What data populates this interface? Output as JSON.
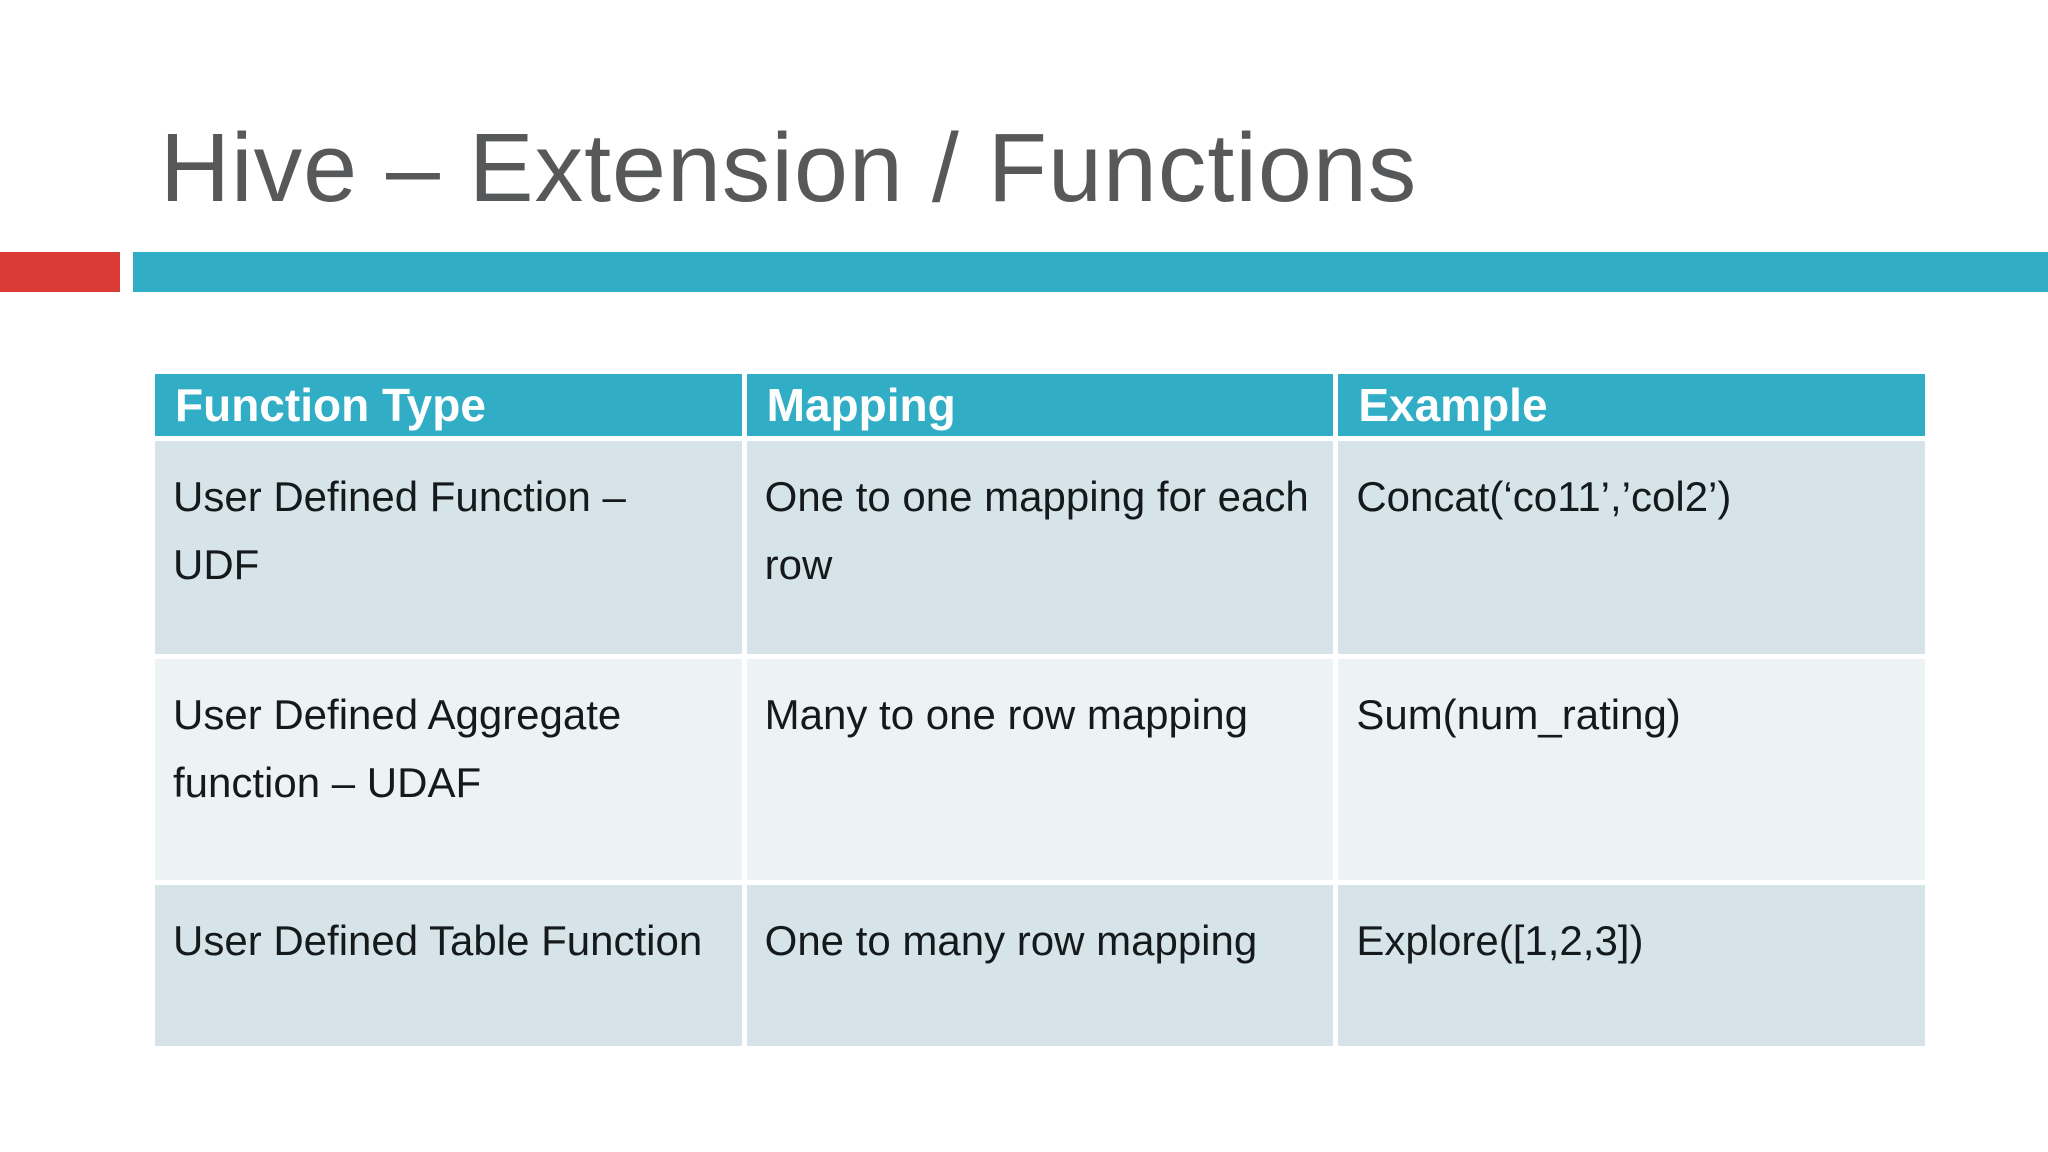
{
  "slide": {
    "title": "Hive – Extension / Functions",
    "accent_colors": {
      "red": "#da3a35",
      "teal": "#31aec5"
    },
    "title_color": "#57585a",
    "row_band_dark": "#d6e4e9",
    "row_band_light": "#edf2f4"
  },
  "table": {
    "columns": [
      "Function Type",
      "Mapping",
      "Example"
    ],
    "rows": [
      {
        "function_type": "User Defined Function – UDF",
        "mapping": "One to one mapping for each row",
        "example": "Concat(‘co11’,’col2’)"
      },
      {
        "function_type": "User Defined Aggregate function – UDAF",
        "mapping": "Many to one row mapping",
        "example": "Sum(num_rating)"
      },
      {
        "function_type": "User Defined Table Function",
        "mapping": "One to many row mapping",
        "example": "Explore([1,2,3])"
      }
    ]
  }
}
